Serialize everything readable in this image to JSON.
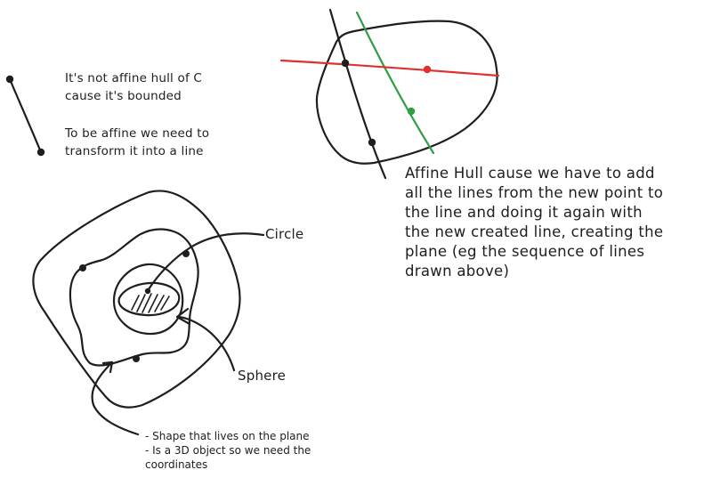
{
  "colors": {
    "ink": "#1e1e1e",
    "red": "#e03131",
    "green": "#2f9e44"
  },
  "notes": {
    "affine_hull_of_c": [
      "It's not affine hull of C",
      "cause it's bounded"
    ],
    "to_be_affine": [
      "To be affine we need to",
      "transform it into a line"
    ],
    "affine_hull_explanation": [
      "Affine Hull cause we have to add",
      "all the lines from the new point to",
      "the line and doing it again with",
      "the new created line, creating the",
      "plane (eg the sequence of lines",
      "drawn above)"
    ],
    "circle_label": "Circle",
    "sphere_label": "Sphere",
    "shape_notes": [
      "- Shape that lives on the plane",
      "- Is a 3D object so we need the",
      "coordinates"
    ]
  }
}
